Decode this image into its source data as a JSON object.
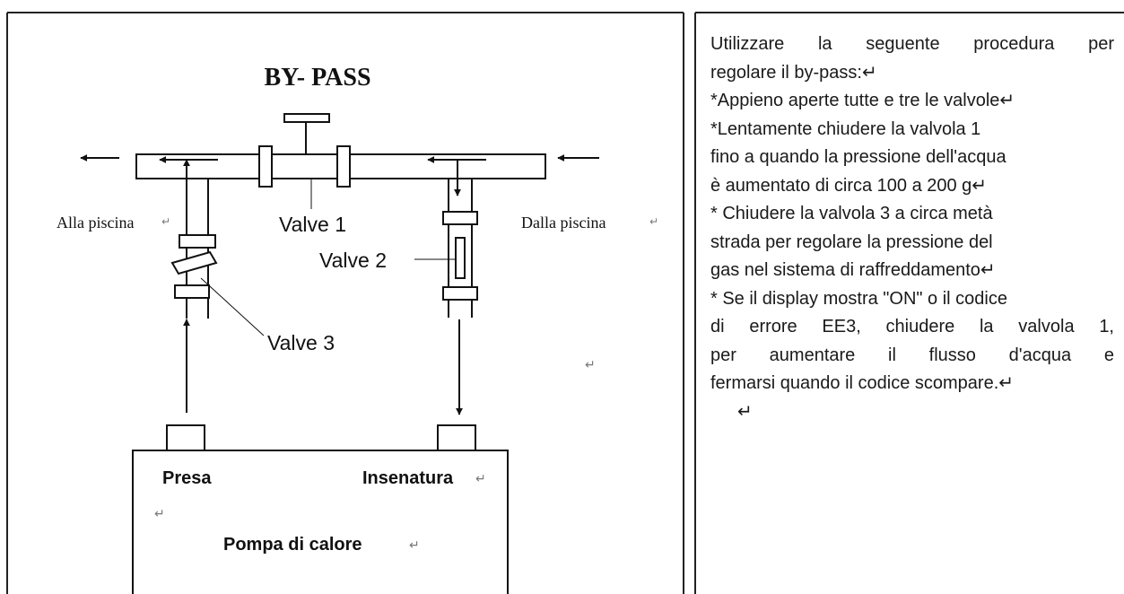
{
  "diagram": {
    "title": "BY- PASS",
    "labels": {
      "alla_piscina": "Alla piscina",
      "dalla_piscina": "Dalla piscina",
      "valve_1": "Valve 1",
      "valve_2": "Valve 2",
      "valve_3": "Valve 3"
    },
    "heat_pump": {
      "intake": "Presa",
      "outlet": "Insenatura",
      "name": "Pompa di calore"
    },
    "return_mark": "↵"
  },
  "instructions": {
    "lines": [
      "Utilizzare la seguente procedura per",
      "regolare il by-pass:↵",
      "*Appieno aperte tutte e tre le valvole↵",
      "*Lentamente chiudere la valvola 1",
      "fino a quando la pressione dell'acqua",
      "è aumentato di circa 100 a 200 g↵",
      "* Chiudere la valvola 3 a circa metà",
      "strada per regolare la pressione del",
      "gas nel sistema di raffreddamento↵",
      "* Se il display mostra \"ON\" o il codice",
      "di errore EE3, chiudere la valvola 1,",
      "per aumentare il flusso d'acqua e",
      "fermarsi quando il codice scompare.↵",
      "↵"
    ]
  }
}
